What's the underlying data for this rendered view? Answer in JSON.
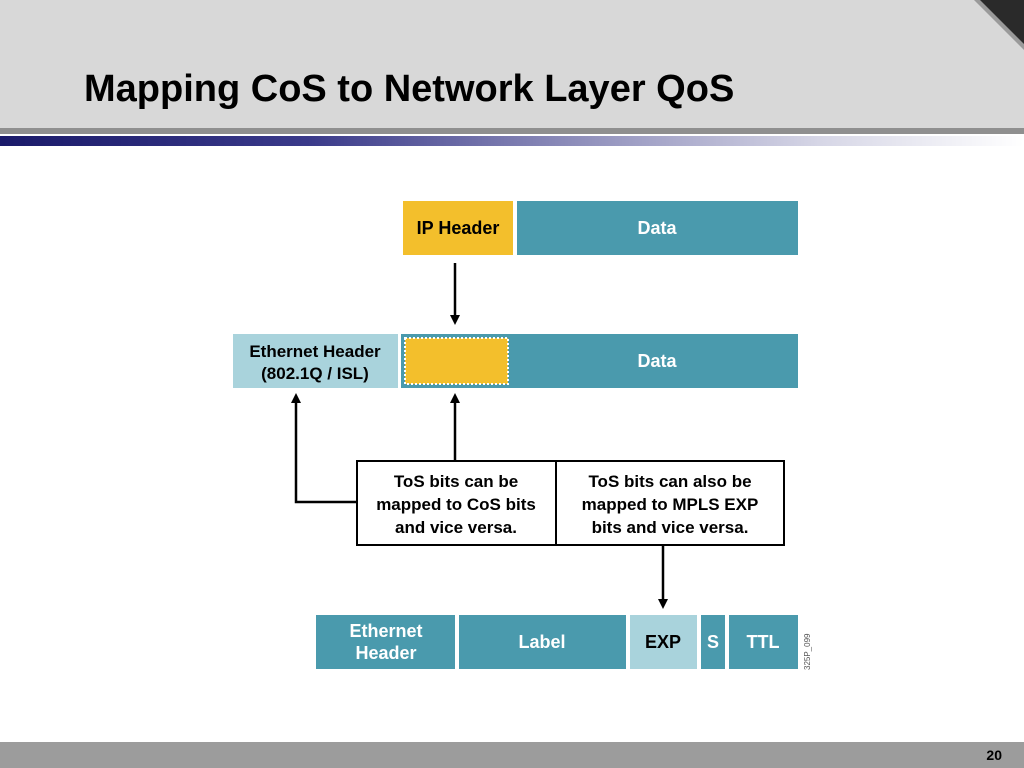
{
  "slide": {
    "title": "Mapping CoS to Network Layer QoS",
    "page_number": "20"
  },
  "diagram": {
    "ip_packet": {
      "header_label": "IP Header",
      "data_label": "Data"
    },
    "ethernet_frame": {
      "header_line1": "Ethernet Header",
      "header_line2": "(802.1Q / ISL)",
      "data_label": "Data"
    },
    "callouts": {
      "cos": [
        "ToS bits can be",
        "mapped to CoS bits",
        "and vice versa."
      ],
      "mpls": [
        "ToS bits can also be",
        "mapped to MPLS EXP",
        "bits and vice versa."
      ]
    },
    "mpls_frame": {
      "ethernet_line1": "Ethernet",
      "ethernet_line2": "Header",
      "label": "Label",
      "exp": "EXP",
      "s": "S",
      "ttl": "TTL"
    },
    "figure_id": "325P_099"
  },
  "colors": {
    "teal": "#4a9aad",
    "yellow": "#f3bf2c",
    "light_blue": "#a9d3dc",
    "header_gray": "#d8d8d8",
    "footer_gray": "#9c9c9c"
  }
}
